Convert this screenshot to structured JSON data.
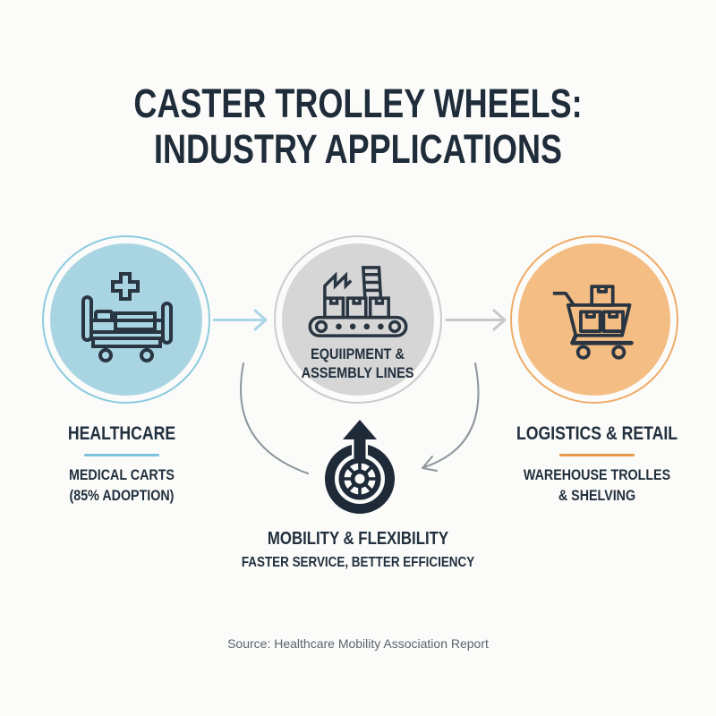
{
  "title": {
    "line1": "CASTER TROLLEY WHEELS:",
    "line2": "INDUSTRY APPLICATIONS"
  },
  "nodes": {
    "healthcare": {
      "icon": "hospital-bed-icon",
      "heading": "HEALTHCARE",
      "detail": "MEDICAL CARTS\n(85% ADOPTION)",
      "fill": "#a9d5e3",
      "ring": "#8dcbe0",
      "divider": "#7cc4dd"
    },
    "equipment": {
      "icon": "factory-conveyor-icon",
      "label": "EQUIIPMENT &\nASSEMBLY LINES",
      "fill": "#d6d6d6",
      "ring": "#cbcbcb"
    },
    "logistics": {
      "icon": "shopping-cart-icon",
      "heading": "LOGISTICS & RETAIL",
      "detail": "WAREHOUSE TROLLES\n& SHELVING",
      "fill": "#f4bd84",
      "ring": "#efac68",
      "divider": "#e9994a"
    }
  },
  "center": {
    "icon": "caster-wheel-up-arrow-icon",
    "heading": "MOBILITY & FLEXIBILITY",
    "detail": "FASTER SERVICE, BETTER EFFICIENCY"
  },
  "arrows": {
    "healthcare_to_equipment_color": "#a9d6e8",
    "equipment_to_logistics_color": "#c7c7c7",
    "curve_color": "#8d969e"
  },
  "source": "Source: Healthcare Mobility Association Report",
  "colors": {
    "background": "#fbfbf9",
    "text_dark": "#22303e",
    "wheel_dark": "#1e2a38",
    "source_gray": "#5b656e"
  }
}
